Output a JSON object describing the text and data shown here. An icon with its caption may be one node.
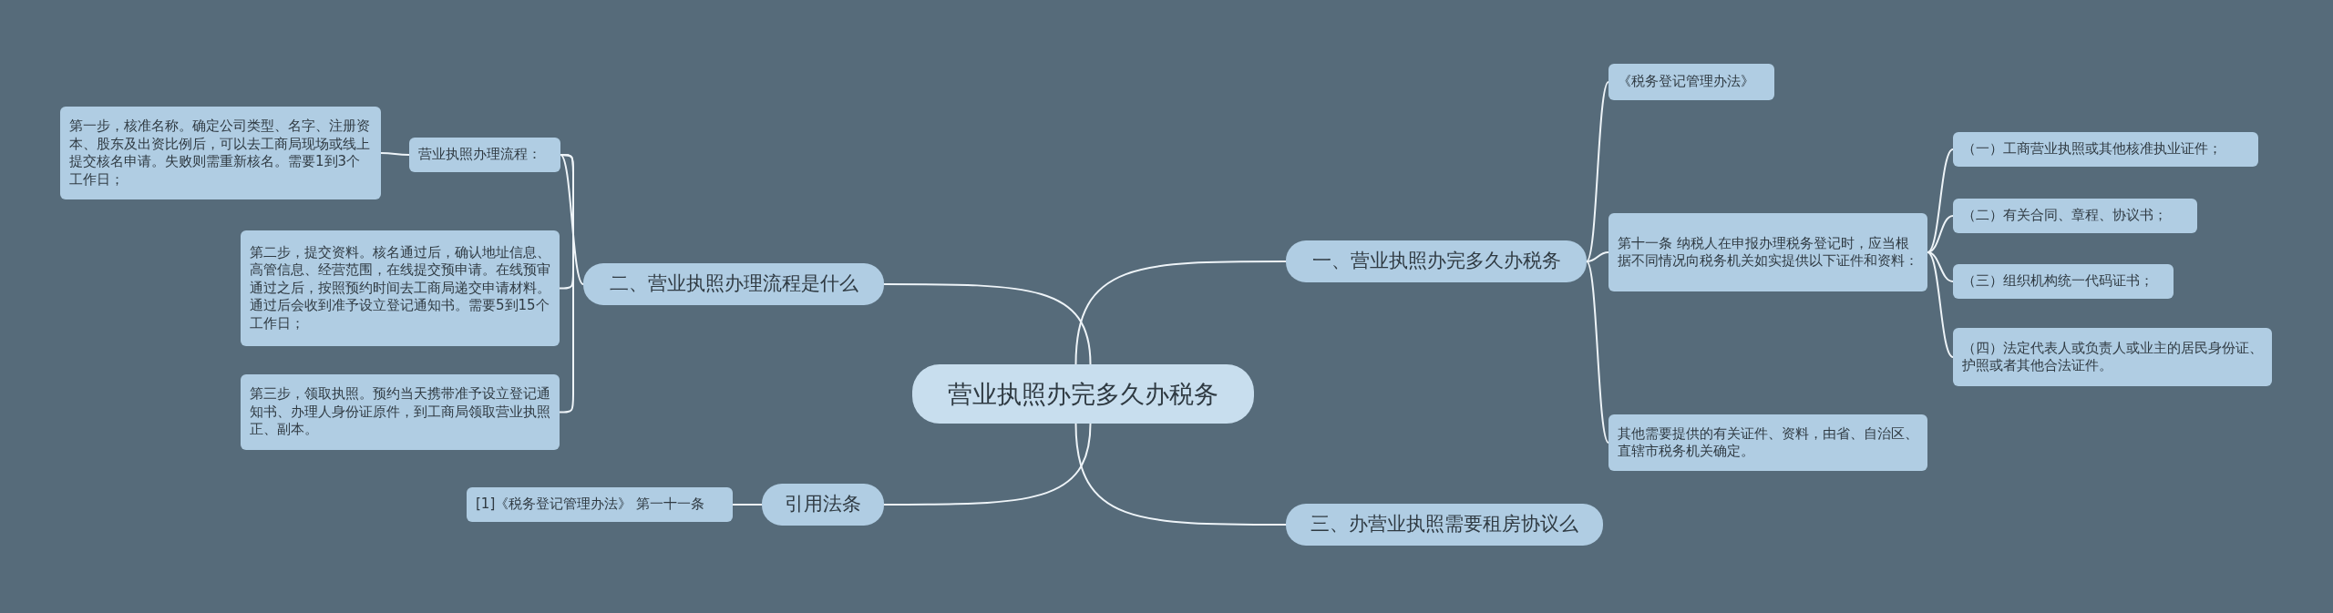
{
  "diagram": {
    "nodes": [
      {
        "text": [
          "营业执照办完多久办税务"
        ]
      },
      {
        "text": [
          "一、营业执照办完多久办税务"
        ]
      },
      {
        "text": [
          "《税务登记管理办法》"
        ]
      },
      {
        "text": [
          "第十一条  纳税人在申报办理税务登记时，应当根据不同情况向税务机关如实提供以下证件和资料："
        ]
      },
      {
        "text": [
          "（一）工商营业执照或其他核准执业证件；"
        ]
      },
      {
        "text": [
          "（二）有关合同、章程、协议书；"
        ]
      },
      {
        "text": [
          "（三）组织机构统一代码证书；"
        ]
      },
      {
        "text": [
          "（四）法定代表人或负责人或业主的居民身份证、护照或者其他合法证件。"
        ]
      },
      {
        "text": [
          "其他需要提供的有关证件、资料，由省、自治区、直辖市税务机关确定。"
        ]
      },
      {
        "text": [
          "二、营业执照办理流程是什么"
        ]
      },
      {
        "text": [
          "营业执照办理流程："
        ]
      },
      {
        "text": [
          "第一步，核准名称。确定公司类型、名字、注册资本、股东及出资比例后，可以去工商局现场或线上提交核名申请。失败则需重新核名。需要1到3个工作日；"
        ]
      },
      {
        "text": [
          "第二步，提交资料。核名通过后，确认地址信息、高管信息、经营范围，在线提交预申请。在线预审通过之后，按照预约时间去工商局递交申请材料。通过后会收到准予设立登记通知书。需要5到15个工作日；"
        ]
      },
      {
        "text": [
          "第三步，领取执照。预约当天携带准予设立登记通知书、办理人身份证原件，到工商局领取营业执照正、副本。"
        ]
      },
      {
        "text": [
          "三、办营业执照需要租房协议么"
        ]
      },
      {
        "text": [
          "引用法条"
        ]
      },
      {
        "text": [
          "[1]《税务登记管理办法》 第一十一条"
        ]
      }
    ],
    "edges": [
      {
        "from": 0,
        "to": 1,
        "arrow": "none"
      },
      {
        "from": 1,
        "to": 2,
        "arrow": "none"
      },
      {
        "from": 1,
        "to": 3,
        "arrow": "none"
      },
      {
        "from": 3,
        "to": 4,
        "arrow": "none"
      },
      {
        "from": 3,
        "to": 5,
        "arrow": "none"
      },
      {
        "from": 3,
        "to": 6,
        "arrow": "none"
      },
      {
        "from": 3,
        "to": 7,
        "arrow": "none"
      },
      {
        "from": 1,
        "to": 8,
        "arrow": "none"
      },
      {
        "from": 0,
        "to": 9,
        "arrow": "none"
      },
      {
        "from": 9,
        "to": 10,
        "arrow": "none"
      },
      {
        "from": 10,
        "to": 11,
        "arrow": "none"
      },
      {
        "from": 10,
        "to": 12,
        "arrow": "none"
      },
      {
        "from": 10,
        "to": 13,
        "arrow": "none"
      },
      {
        "from": 0,
        "to": 14,
        "arrow": "none"
      },
      {
        "from": 0,
        "to": 15,
        "arrow": "none"
      },
      {
        "from": 15,
        "to": 16,
        "arrow": "none"
      }
    ]
  }
}
